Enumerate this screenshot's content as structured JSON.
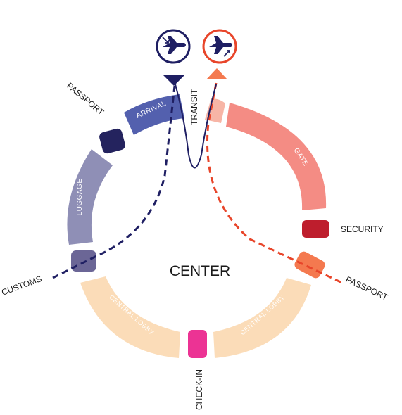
{
  "center_label": "CENTER",
  "zones": {
    "arrival": "ARRIVAL",
    "luggage": "LUGGAGE",
    "gate": "GATE",
    "central_lobby_left": "CENTRAL LOBBY",
    "central_lobby_right": "CENTRAL LOBBY"
  },
  "checkpoints": {
    "passport_arrival": "PASSPORT",
    "customs": "CUSTOMS",
    "transit": "TRANSIT",
    "security": "SECURITY",
    "passport_departure": "PASSPORT",
    "check_in": "CHECK-IN"
  },
  "icons": {
    "arrival": "plane-arrival-icon",
    "departure": "plane-departure-icon"
  },
  "colors": {
    "arrival_route": "#1f1f63",
    "departure_route": "#e8452a",
    "arrival_zone": "#5360ae",
    "luggage_zone": "#8f8fb6",
    "gate_zone": "#f48c84",
    "lobby_zone": "#fbdcb8",
    "passport_arrival_box": "#24235e",
    "customs_box": "#6b6696",
    "security_box": "#be1e2d",
    "passport_departure_box": "#f4794f",
    "check_in_box": "#ec3394",
    "transit_box": "#f7b5a6"
  }
}
